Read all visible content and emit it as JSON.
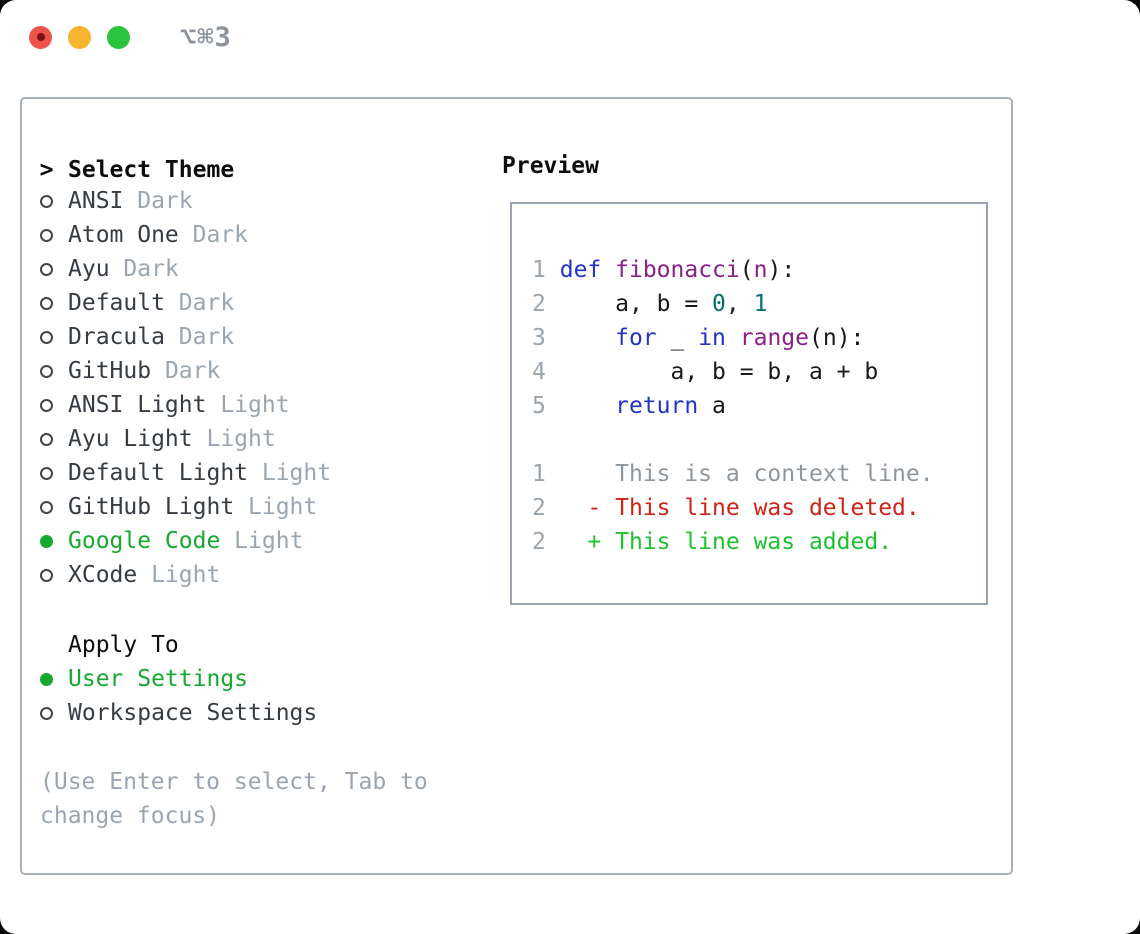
{
  "colors": {
    "page_bg": "#0a0a0a",
    "window_bg": "#ffffff",
    "panel_border": "#a9b0b8",
    "preview_border": "#9aa4b0",
    "traffic_red": "#ee544d",
    "traffic_red_dot": "#7c1113",
    "traffic_yellow": "#f6b42f",
    "traffic_green": "#2bc33d",
    "shortcut_gray": "#8d949c",
    "header_text": "#0d0d0d",
    "item_text": "#363c44",
    "variant_text": "#9aa5b1",
    "selected_green": "#17a82f",
    "bullet_outline": "#41464d",
    "hint_text": "#9aa5b1",
    "line_number": "#9ba4ac",
    "code_plain": "#17191c",
    "code_keyword": "#2334c4",
    "code_function": "#882288",
    "code_literal": "#0b6e6e",
    "diff_context": "#8f979e",
    "diff_deleted": "#cc2418",
    "diff_added": "#1dc22e"
  },
  "titlebar": {
    "shortcut": "⌥⌘3",
    "traffic_lights": [
      "close",
      "minimize",
      "zoom"
    ]
  },
  "theme_panel": {
    "header_prefix": ">",
    "header_label": "Select Theme",
    "themes": [
      {
        "name": "ANSI",
        "variant": "Dark",
        "selected": false
      },
      {
        "name": "Atom One",
        "variant": "Dark",
        "selected": false
      },
      {
        "name": "Ayu",
        "variant": "Dark",
        "selected": false
      },
      {
        "name": "Default",
        "variant": "Dark",
        "selected": false
      },
      {
        "name": "Dracula",
        "variant": "Dark",
        "selected": false
      },
      {
        "name": "GitHub",
        "variant": "Dark",
        "selected": false
      },
      {
        "name": "ANSI Light",
        "variant": "Light",
        "selected": false
      },
      {
        "name": "Ayu Light",
        "variant": "Light",
        "selected": false
      },
      {
        "name": "Default Light",
        "variant": "Light",
        "selected": false
      },
      {
        "name": "GitHub Light",
        "variant": "Light",
        "selected": false
      },
      {
        "name": "Google Code",
        "variant": "Light",
        "selected": true
      },
      {
        "name": "XCode",
        "variant": "Light",
        "selected": false
      }
    ],
    "apply_to_label": "Apply To",
    "apply_options": [
      {
        "name": "User Settings",
        "selected": true
      },
      {
        "name": "Workspace Settings",
        "selected": false
      }
    ],
    "hint": "(Use Enter to select, Tab to change focus)"
  },
  "preview_panel": {
    "header": "Preview",
    "lines": [
      [
        {
          "t": "1",
          "c": "num"
        },
        {
          "t": " ",
          "c": "pl"
        },
        {
          "t": "def",
          "c": "kw"
        },
        {
          "t": " ",
          "c": "pl"
        },
        {
          "t": "fibonacci",
          "c": "fn"
        },
        {
          "t": "(",
          "c": "pl"
        },
        {
          "t": "n",
          "c": "fn"
        },
        {
          "t": "):",
          "c": "pl"
        }
      ],
      [
        {
          "t": "2",
          "c": "num"
        },
        {
          "t": "     a, b = ",
          "c": "pl"
        },
        {
          "t": "0",
          "c": "lit"
        },
        {
          "t": ", ",
          "c": "pl"
        },
        {
          "t": "1",
          "c": "lit"
        }
      ],
      [
        {
          "t": "3",
          "c": "num"
        },
        {
          "t": "     ",
          "c": "pl"
        },
        {
          "t": "for",
          "c": "kw"
        },
        {
          "t": " _ ",
          "c": "pl"
        },
        {
          "t": "in",
          "c": "kw"
        },
        {
          "t": " ",
          "c": "pl"
        },
        {
          "t": "range",
          "c": "fn"
        },
        {
          "t": "(n):",
          "c": "pl"
        }
      ],
      [
        {
          "t": "4",
          "c": "num"
        },
        {
          "t": "         a, b = b, a + b",
          "c": "pl"
        }
      ],
      [
        {
          "t": "5",
          "c": "num"
        },
        {
          "t": "     ",
          "c": "pl"
        },
        {
          "t": "return",
          "c": "kw"
        },
        {
          "t": " a",
          "c": "pl"
        }
      ],
      [],
      [
        {
          "t": "1",
          "c": "num"
        },
        {
          "t": "     This is a context line.",
          "c": "ctx"
        }
      ],
      [
        {
          "t": "2",
          "c": "num"
        },
        {
          "t": "   ",
          "c": "pl"
        },
        {
          "t": "- This line was deleted.",
          "c": "del"
        }
      ],
      [
        {
          "t": "2",
          "c": "num"
        },
        {
          "t": "   ",
          "c": "pl"
        },
        {
          "t": "+ This line was added.",
          "c": "add"
        }
      ]
    ]
  }
}
